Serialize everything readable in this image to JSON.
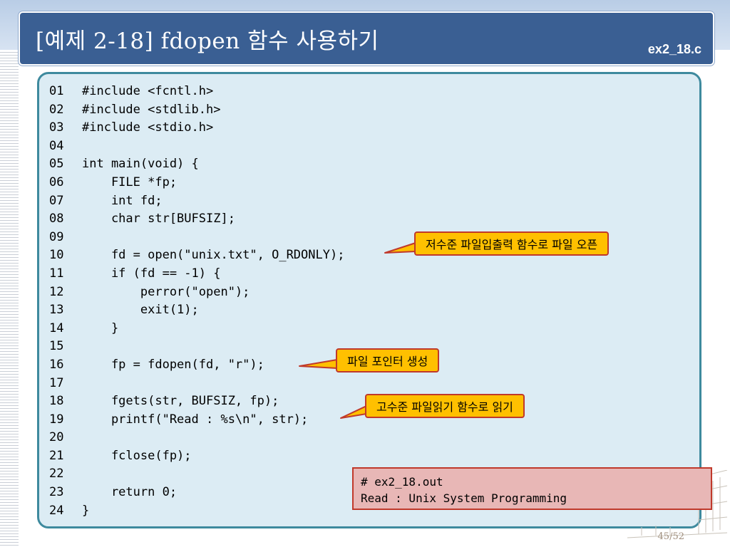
{
  "slide": {
    "title": "[예제 2-18] fdopen 함수 사용하기",
    "file_name": "ex2_18.c",
    "page_number": "45/52"
  },
  "code": {
    "lines": [
      {
        "num": "01",
        "text": "#include <fcntl.h>"
      },
      {
        "num": "02",
        "text": "#include <stdlib.h>"
      },
      {
        "num": "03",
        "text": "#include <stdio.h>"
      },
      {
        "num": "04",
        "text": ""
      },
      {
        "num": "05",
        "text": "int main(void) {"
      },
      {
        "num": "06",
        "text": "    FILE *fp;"
      },
      {
        "num": "07",
        "text": "    int fd;"
      },
      {
        "num": "08",
        "text": "    char str[BUFSIZ];"
      },
      {
        "num": "09",
        "text": ""
      },
      {
        "num": "10",
        "text": "    fd = open(\"unix.txt\", O_RDONLY);"
      },
      {
        "num": "11",
        "text": "    if (fd == -1) {"
      },
      {
        "num": "12",
        "text": "        perror(\"open\");"
      },
      {
        "num": "13",
        "text": "        exit(1);"
      },
      {
        "num": "14",
        "text": "    }"
      },
      {
        "num": "15",
        "text": ""
      },
      {
        "num": "16",
        "text": "    fp = fdopen(fd, \"r\");"
      },
      {
        "num": "17",
        "text": ""
      },
      {
        "num": "18",
        "text": "    fgets(str, BUFSIZ, fp);"
      },
      {
        "num": "19",
        "text": "    printf(\"Read : %s\\n\", str);"
      },
      {
        "num": "20",
        "text": ""
      },
      {
        "num": "21",
        "text": "    fclose(fp);"
      },
      {
        "num": "22",
        "text": ""
      },
      {
        "num": "23",
        "text": "    return 0;"
      },
      {
        "num": "24",
        "text": "}"
      }
    ]
  },
  "callouts": {
    "open_note": "저수준 파일입출력 함수로 파일 오픈",
    "fdopen_note": "파일 포인터 생성",
    "fgets_note": "고수준 파일읽기 함수로 읽기"
  },
  "output": {
    "lines": [
      "# ex2_18.out",
      "Read : Unix System Programming"
    ]
  },
  "colors": {
    "title_bar": "#3a5f93",
    "code_panel": "#dcecf4",
    "callout_fill": "#ffc000",
    "callout_border": "#c0392b",
    "output_fill": "#e8b7b6"
  }
}
